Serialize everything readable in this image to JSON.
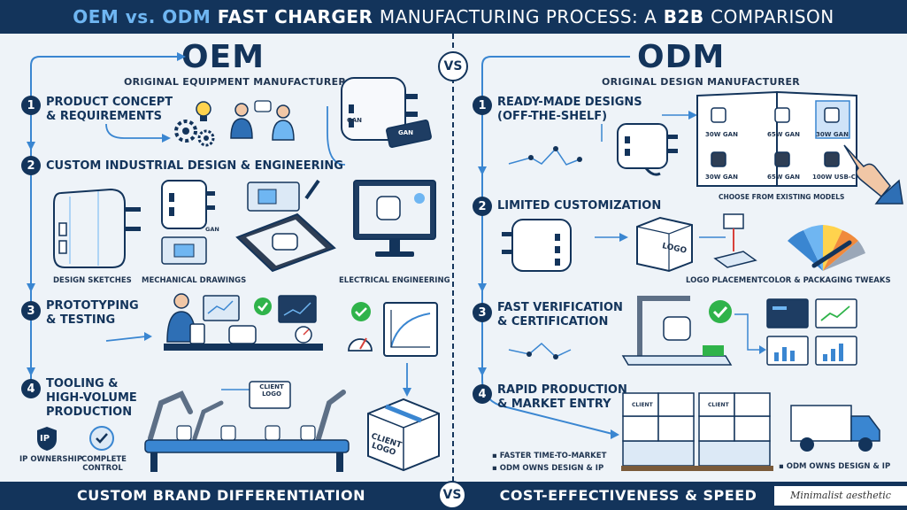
{
  "header": {
    "title_part1": "OEM vs. ODM",
    "title_part2": "FAST CHARGER",
    "title_part3": "MANUFACTURING PROCESS: A",
    "title_part4": "B2B",
    "title_part5": "COMPARISON"
  },
  "vs_label": "VS",
  "oem": {
    "title": "OEM",
    "subtitle": "ORIGINAL EQUIPMENT MANUFACTURER",
    "steps": [
      {
        "number": "1",
        "title": "PRODUCT CONCEPT & REQUIREMENTS"
      },
      {
        "number": "2",
        "title": "CUSTOM INDUSTRIAL DESIGN & ENGINEERING"
      },
      {
        "number": "3",
        "title": "PROTOTYPING & TESTING"
      },
      {
        "number": "4",
        "title": "TOOLING & HIGH-VOLUME PRODUCTION"
      }
    ],
    "captions": {
      "design_sketches": "DESIGN SKETCHES",
      "mechanical_drawings": "MECHANICAL DRAWINGS",
      "electrical_engineering": "ELECTRICAL ENGINEERING"
    },
    "chip_labels": {
      "gan": "GaN",
      "gan_chip": "GaN"
    },
    "client_logo_sign": "CLIENT LOGO",
    "client_logo_box": "CLIENT LOGO",
    "ip_badge": "IP",
    "ip_ownership": "IP OWNERSHIP",
    "complete_control": "COMPLETE CONTROL"
  },
  "odm": {
    "title": "ODM",
    "subtitle": "ORIGINAL DESIGN MANUFACTURER",
    "steps": [
      {
        "number": "1",
        "title": "READY-MADE DESIGNS (OFF-THE-SHELF)"
      },
      {
        "number": "2",
        "title": "LIMITED CUSTOMIZATION"
      },
      {
        "number": "3",
        "title": "FAST VERIFICATION & CERTIFICATION"
      },
      {
        "number": "4",
        "title": "RAPID PRODUCTION & MARKET ENTRY"
      }
    ],
    "catalog_models": [
      "30W GaN",
      "65W GaN",
      "30W GaN",
      "30W GaN",
      "65W GaN",
      "100W USB-C"
    ],
    "catalog_caption": "CHOOSE FROM EXISTING MODELS",
    "logo_text": "LOGO",
    "captions": {
      "logo_placement": "LOGO PLACEMENT",
      "color_packaging": "COLOR & PACKAGING TWEAKS"
    },
    "bullets": [
      "FASTER TIME-TO-MARKET",
      "ODM OWNS DESIGN & IP"
    ],
    "truck_caption": "ODM OWNS DESIGN & IP",
    "box_label": "CLIENT"
  },
  "footer": {
    "left": "CUSTOM BRAND DIFFERENTIATION",
    "right": "COST-EFFECTIVENESS & SPEED",
    "aesthetic": "Minimalist aesthetic"
  },
  "colors": {
    "navy": "#13345b",
    "accent_blue": "#3a86d1",
    "light_blue": "#6fb6f2",
    "green": "#2fb34a",
    "background": "#eef3f8"
  }
}
